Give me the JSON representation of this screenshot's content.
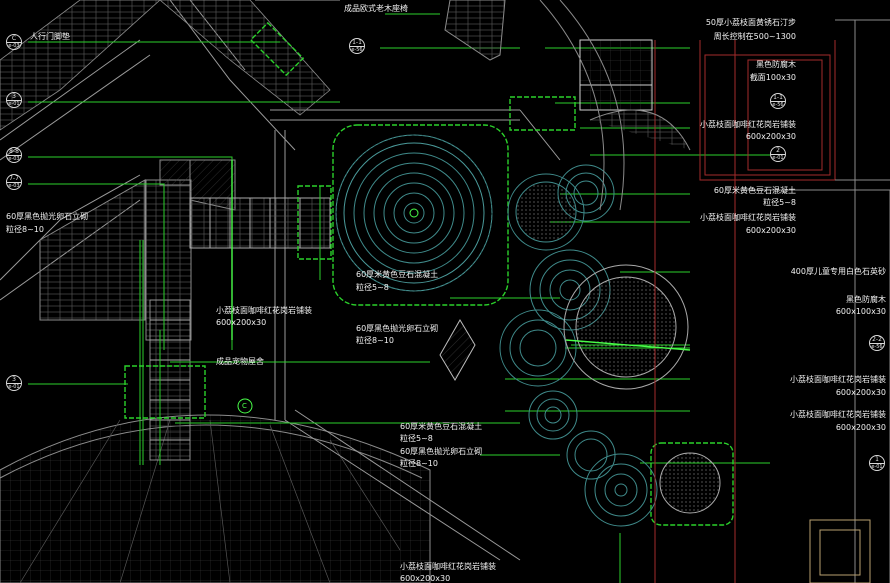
{
  "drawing": {
    "background": "#000000",
    "colors": {
      "green": "#2bd12b",
      "bright_green": "#49ff49",
      "cyan": "#2e8a8a",
      "white": "#d9d9d9",
      "gray": "#6b6b6b",
      "red": "#a32b2b"
    },
    "labels": {
      "wood_bench": "成品欧式老木座椅",
      "gate_mat": "人行门脚垫",
      "stepping_stone_1": "50厚小荔枝面黄锈石汀步",
      "stepping_stone_2": "周长控制在500~1300",
      "anticorrosion_wood_1": "黑色防腐木",
      "anticorrosion_wood_2": "截面100x30",
      "coffee_granite_paving_1": "小荔枝面咖啡红花岗岩铺装",
      "coffee_granite_size_1": "600x200x30",
      "yellow_pebble_concrete_1": "60厚米黄色豆石混凝土",
      "pebble_size_1": "粒径5~8",
      "coffee_granite_paving_2": "小荔枝面咖啡红花岗岩铺装",
      "coffee_granite_size_2": "600x200x30",
      "white_quartz_sand": "400厚儿童专用白色石英砂",
      "black_wood_1": "黑色防腐木",
      "black_wood_size": "600x100x30",
      "black_pebble_edge_1": "60厚黑色抛光卵石立砌",
      "pebble_size_2": "粒径8~10",
      "center_concrete_1": "60厚米黄色豆石混凝土",
      "center_pebble_size": "粒径5~8",
      "center_granite": "小荔枝面咖啡红花岗岩铺装",
      "center_granite_size": "600x200x30",
      "center_black_pebble": "60厚黑色抛光卵石立砌",
      "center_black_pebble_size": "粒径8~10",
      "pet_house": "成品宠物屋舍",
      "right_granite_3": "小荔枝面咖啡红花岗岩铺装",
      "right_granite_size_3": "600x200x30",
      "right_granite_4": "小荔枝面咖啡红花岗岩铺装",
      "right_granite_size_4": "600x200x30",
      "bottom_concrete": "60厚米黄色豆石混凝土",
      "bottom_pebble_size": "粒径5~8",
      "bottom_black_pebble": "60厚黑色抛光卵石立砌",
      "bottom_black_pebble_size": "粒径8~10",
      "bottom_granite": "小荔枝面咖啡红花岗岩铺装",
      "bottom_granite_size": "600x200x30",
      "bench_label": "C"
    },
    "section_tags": [
      {
        "top": "C",
        "bottom": "e-03"
      },
      {
        "top": "3",
        "bottom": "e-01"
      },
      {
        "top": "8-8",
        "bottom": "e-03"
      },
      {
        "top": "7-7",
        "bottom": "e-03"
      },
      {
        "top": "3",
        "bottom": "e-01"
      },
      {
        "top": "1-1",
        "bottom": "e-56"
      },
      {
        "top": "1-1",
        "bottom": "e-56"
      },
      {
        "top": "2",
        "bottom": "e-01"
      },
      {
        "top": "2-2",
        "bottom": "e-56"
      },
      {
        "top": "1",
        "bottom": "e-01"
      }
    ]
  }
}
